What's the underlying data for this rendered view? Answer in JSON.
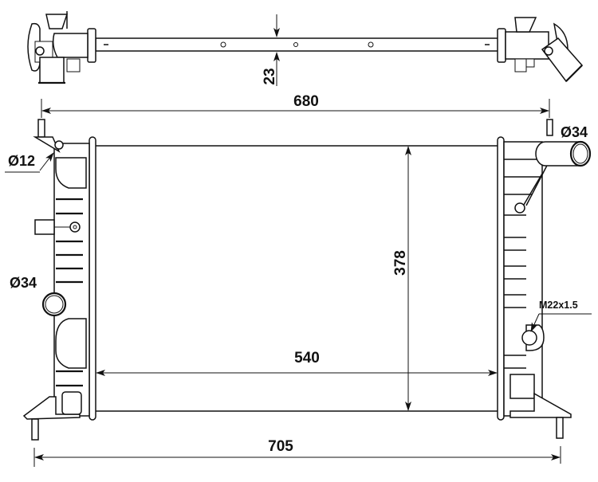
{
  "diagram": {
    "type": "technical-drawing",
    "subject": "radiator",
    "units": "mm",
    "colors": {
      "line": "#111111",
      "background": "#ffffff"
    },
    "dimensions": {
      "top_view_width": "680",
      "top_view_thickness": "23",
      "core_height": "378",
      "core_width": "540",
      "overall_width": "705"
    },
    "callouts": {
      "left_vent": "Ø12",
      "left_lower_pipe": "Ø34",
      "right_upper_pipe": "Ø34",
      "drain_thread": "M22x1.5"
    }
  }
}
